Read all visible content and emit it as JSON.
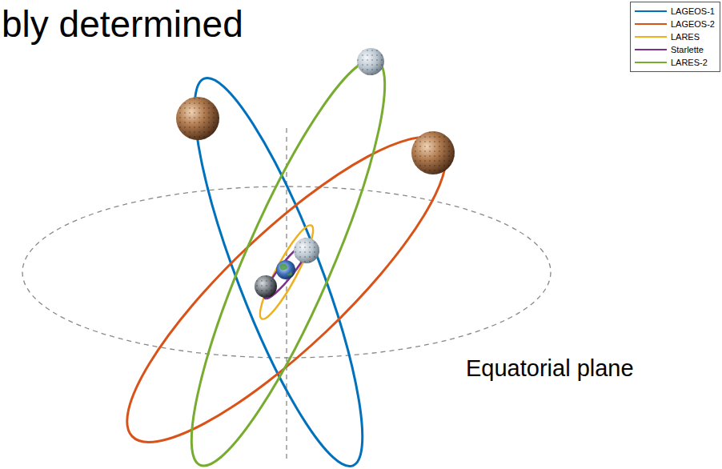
{
  "diagram": {
    "title": "bly determined",
    "labels": [
      "Equatorial plane"
    ],
    "legend": [
      {
        "text": "LAGEOS-1"
      },
      {
        "text": "LAGEOS-2"
      },
      {
        "text": "LARES"
      },
      {
        "text": "Starlette"
      },
      {
        "text": "LARES-2"
      }
    ]
  }
}
